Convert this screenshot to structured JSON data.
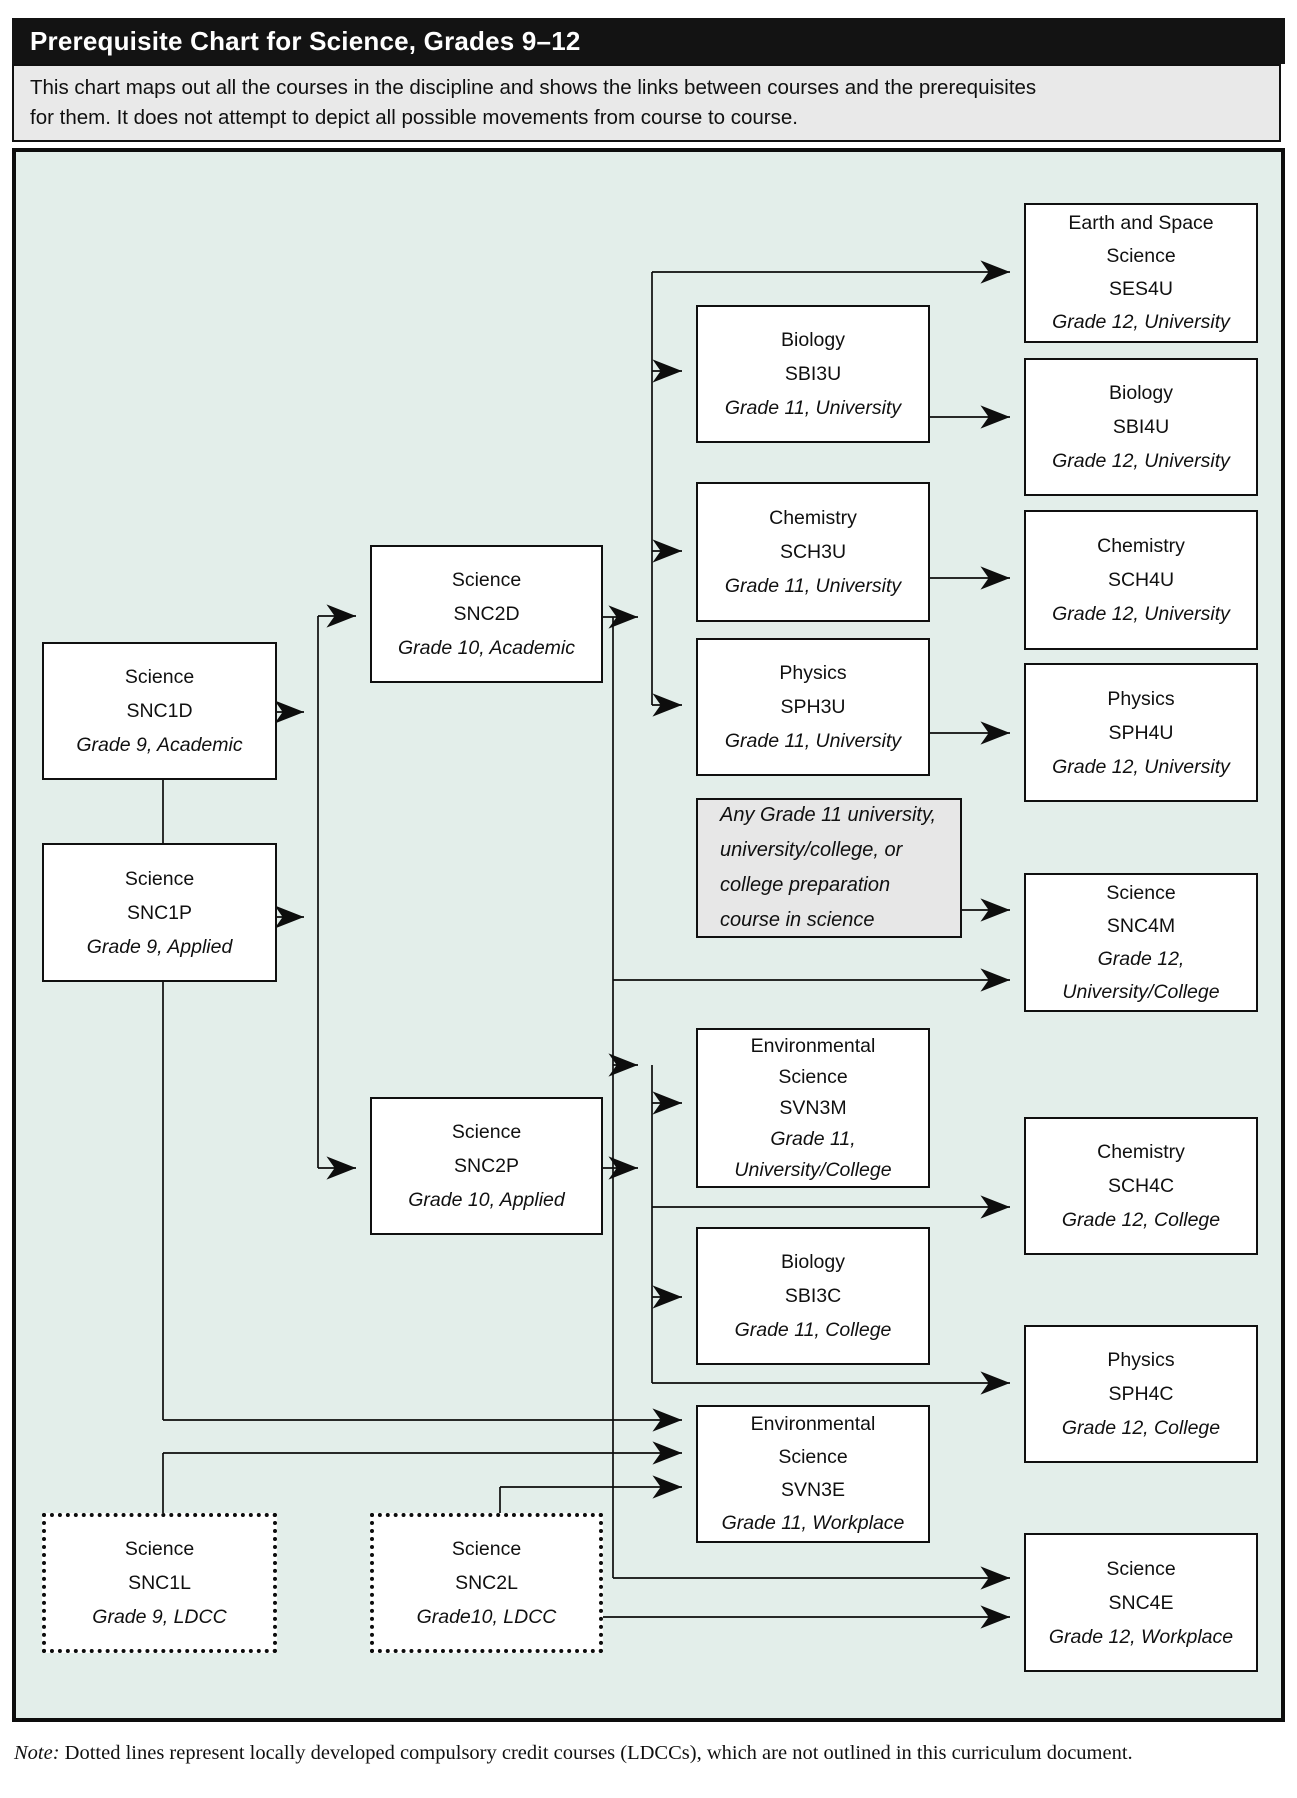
{
  "header": {
    "title": "Prerequisite Chart for Science, Grades 9–12"
  },
  "subtitle": "This chart maps out all the courses in the discipline and shows the links between courses and the prerequisites for them. It does not attempt to depict all possible movements from course to course.",
  "note": {
    "label": "Note:",
    "text": " Dotted lines represent locally developed compulsory credit courses (LDCCs), which are not outlined in this curriculum document."
  },
  "colors": {
    "chart_background": "#e3eeea",
    "box_fill": "#ffffff",
    "gray_box_fill": "#e7e7e7",
    "line_and_border": "#101010",
    "title_bar": "#131313",
    "subtitle_fill": "#e9e9e9"
  },
  "courses": {
    "snc1d": {
      "l1": "Science",
      "l2": "SNC1D",
      "l3": "Grade 9, Academic"
    },
    "snc1p": {
      "l1": "Science",
      "l2": "SNC1P",
      "l3": "Grade 9, Applied"
    },
    "snc1l": {
      "l1": "Science",
      "l2": "SNC1L",
      "l3": "Grade 9, LDCC"
    },
    "snc2d": {
      "l1": "Science",
      "l2": "SNC2D",
      "l3": "Grade 10, Academic"
    },
    "snc2p": {
      "l1": "Science",
      "l2": "SNC2P",
      "l3": "Grade 10, Applied"
    },
    "snc2l": {
      "l1": "Science",
      "l2": "SNC2L",
      "l3": "Grade10, LDCC"
    },
    "sbi3u": {
      "l1": "Biology",
      "l2": "SBI3U",
      "l3": "Grade 11, University"
    },
    "sch3u": {
      "l1": "Chemistry",
      "l2": "SCH3U",
      "l3": "Grade 11, University"
    },
    "sph3u": {
      "l1": "Physics",
      "l2": "SPH3U",
      "l3": "Grade 11, University"
    },
    "any11": {
      "l1": "Any Grade 11 university,",
      "l2": "university/college, or",
      "l3": "college preparation",
      "l4": "course in science"
    },
    "svn3m": {
      "l1": "Environmental",
      "l2": "Science",
      "l3": "SVN3M",
      "l4": "Grade 11,",
      "l5": "University/College"
    },
    "sbi3c": {
      "l1": "Biology",
      "l2": "SBI3C",
      "l3": "Grade 11, College"
    },
    "svn3e": {
      "l1": "Environmental",
      "l2": "Science",
      "l3": "SVN3E",
      "l4": "Grade 11, Workplace"
    },
    "ses4u": {
      "l1": "Earth and Space",
      "l2": "Science",
      "l3": "SES4U",
      "l4": "Grade 12, University"
    },
    "sbi4u": {
      "l1": "Biology",
      "l2": "SBI4U",
      "l3": "Grade 12, University"
    },
    "sch4u": {
      "l1": "Chemistry",
      "l2": "SCH4U",
      "l3": "Grade 12, University"
    },
    "sph4u": {
      "l1": "Physics",
      "l2": "SPH4U",
      "l3": "Grade 12, University"
    },
    "snc4m": {
      "l1": "Science",
      "l2": "SNC4M",
      "l3": "Grade 12,",
      "l4": "University/College"
    },
    "sch4c": {
      "l1": "Chemistry",
      "l2": "SCH4C",
      "l3": "Grade 12, College"
    },
    "sph4c": {
      "l1": "Physics",
      "l2": "SPH4C",
      "l3": "Grade 12, College"
    },
    "snc4e": {
      "l1": "Science",
      "l2": "SNC4E",
      "l3": "Grade 12, Workplace"
    }
  },
  "edges": [
    {
      "from": [
        "snc1d",
        "snc1p"
      ],
      "to": [
        "snc2d",
        "snc2p"
      ]
    },
    {
      "from": [
        "snc2d"
      ],
      "to": [
        "ses4u",
        "sbi3u",
        "sch3u",
        "sph3u"
      ]
    },
    {
      "from": [
        "snc2d"
      ],
      "to": [
        "snc4m",
        "snc4e"
      ]
    },
    {
      "from": [
        "snc2d",
        "snc2p"
      ],
      "to": [
        "svn3m",
        "sch4c",
        "sbi3c",
        "sph4c"
      ]
    },
    {
      "from": [
        "any11"
      ],
      "to": [
        "snc4m"
      ]
    },
    {
      "from": [
        "sbi3u"
      ],
      "to": [
        "sbi4u"
      ]
    },
    {
      "from": [
        "sch3u"
      ],
      "to": [
        "sch4u"
      ]
    },
    {
      "from": [
        "sph3u"
      ],
      "to": [
        "sph4u"
      ]
    },
    {
      "from": [
        "snc1d",
        "snc1l",
        "snc2l"
      ],
      "to": [
        "svn3e"
      ]
    },
    {
      "from": [
        "snc2l"
      ],
      "to": [
        "snc4e"
      ]
    }
  ]
}
